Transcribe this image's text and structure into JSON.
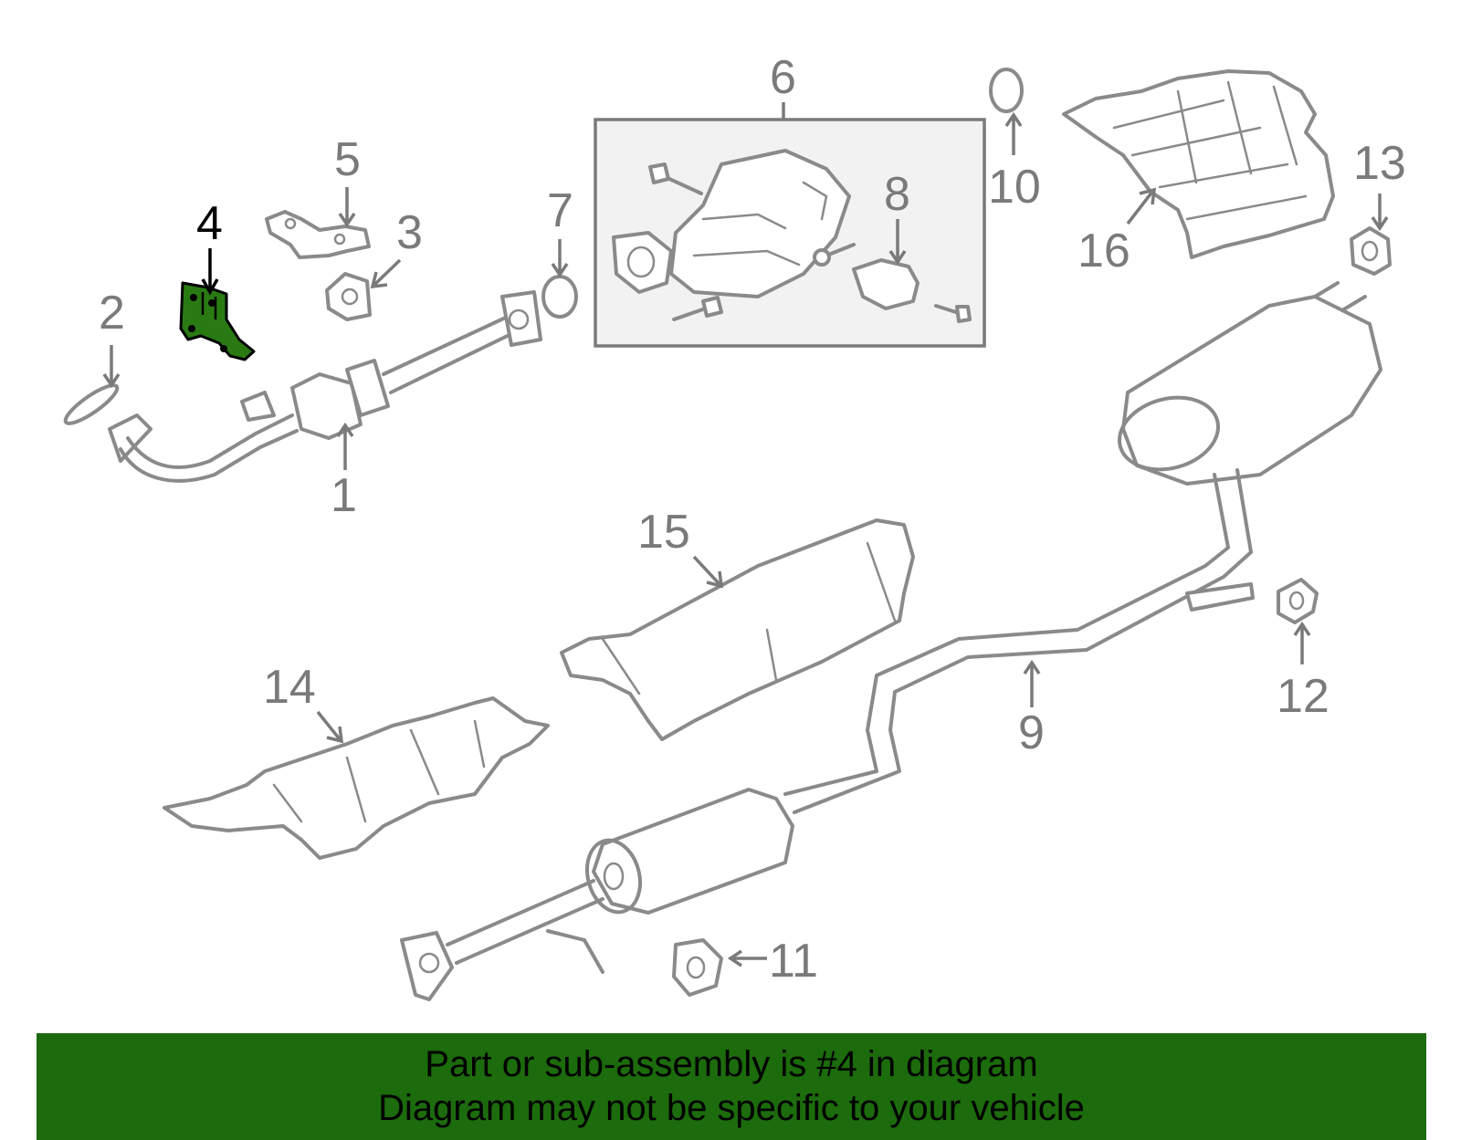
{
  "diagram": {
    "highlight_color": "#1c6b0c",
    "line_color": "#8a8a8a",
    "inset_label": "6",
    "labels": [
      "1",
      "2",
      "3",
      "4",
      "5",
      "6",
      "7",
      "8",
      "9",
      "10",
      "11",
      "12",
      "13",
      "14",
      "15",
      "16"
    ],
    "highlighted": "4"
  },
  "banner": {
    "background": "#1c6b0c",
    "line1": "Part or sub-assembly is #4 in diagram",
    "line2": "Diagram may not be specific to your vehicle"
  }
}
